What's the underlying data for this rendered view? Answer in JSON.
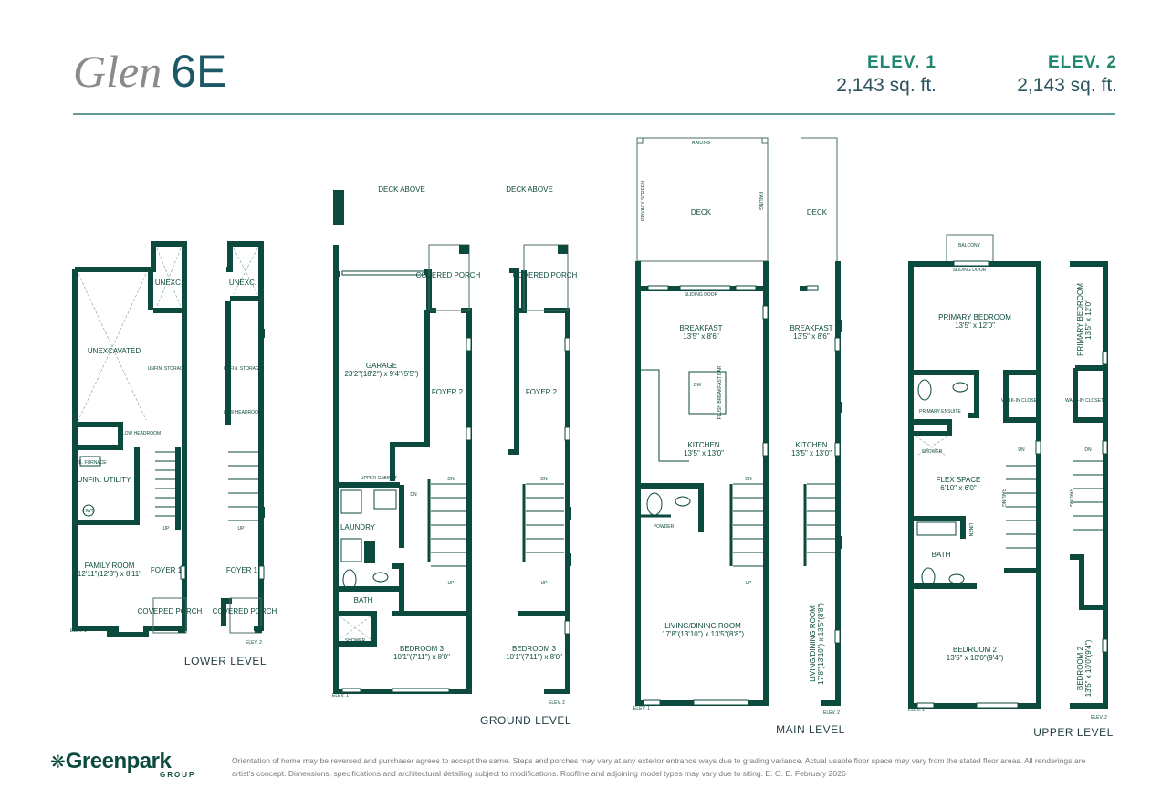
{
  "header": {
    "brand": "Glen",
    "model": "6E",
    "elevations": [
      {
        "label": "ELEV. 1",
        "area": "2,143 sq. ft."
      },
      {
        "label": "ELEV. 2",
        "area": "2,143 sq. ft."
      }
    ]
  },
  "colors": {
    "wall": "#0c4a3d",
    "accent": "#22876f",
    "model": "#1c5866"
  },
  "levels": {
    "lower": {
      "title": "LOWER LEVEL",
      "unexcavated": "UNEXCAVATED",
      "unexc": "UNEXC.",
      "unfin_storage": "UNFIN. STORAGE",
      "low_headroom": "LOW HEADROOM",
      "he_furnace": "H.E. FURNACE",
      "utility": "UNFIN. UTILITY",
      "hwt": "HWT",
      "family_room": "FAMILY ROOM",
      "family_room_dim": "12'11\"(12'3\") x 8'11\"",
      "foyer1": "FOYER 1",
      "covered_porch": "COVERED PORCH",
      "up": "UP"
    },
    "ground": {
      "title": "GROUND LEVEL",
      "deck_above": "DECK ABOVE",
      "covered_porch": "COVERED PORCH",
      "garage": "GARAGE",
      "garage_dim": "23'2\"(18'2\") x 9'4\"(5'5\")",
      "foyer2": "FOYER 2",
      "upper_cabinet": "UPPER CABINET",
      "laundry": "LAUNDRY",
      "bath": "BATH",
      "shower": "SHOWER",
      "bedroom3": "BEDROOM 3",
      "bedroom3_dim": "10'1\"(7'11\") x 8'0\"",
      "dn": "DN",
      "up": "UP"
    },
    "main": {
      "title": "MAIN LEVEL",
      "deck": "DECK",
      "railing": "RAILING",
      "privacy_screen": "PRIVACY SCREEN",
      "sliding_door": "SLIDING DOOR",
      "breakfast": "BREAKFAST",
      "breakfast_dim": "13'5\" x 8'6\"",
      "kitchen": "KITCHEN",
      "kitchen_dim": "13'5\" x 13'0\"",
      "flush_bar": "FLUSH BREAKFAST BAR",
      "dw": "DW",
      "powder": "POWDER",
      "living": "LIVING/DINING ROOM",
      "living_dim": "17'8\"(13'10\") x 13'5\"(8'8\")",
      "dn": "DN",
      "up": "UP"
    },
    "upper": {
      "title": "UPPER LEVEL",
      "balcony": "BALCONY",
      "sliding_door": "SLIDING DOOR",
      "primary_bedroom": "PRIMARY BEDROOM",
      "primary_bedroom_dim": "13'5\" x 12'0\"",
      "primary_ensuite": "PRIMARY ENSUITE",
      "walk_in_closet": "WALK-IN CLOSET",
      "shower": "SHOWER",
      "flex_space": "FLEX SPACE",
      "flex_space_dim": "6'10\" x 6'0\"",
      "linen": "LINEN",
      "bath": "BATH",
      "railing": "RAILING",
      "bedroom2": "BEDROOM 2",
      "bedroom2_dim": "13'5\" x 10'0\"(9'4\")",
      "dn": "DN"
    },
    "elev1_tag": "ELEV. 1",
    "elev2_tag": "ELEV. 2"
  },
  "footer": {
    "logo_name": "Greenpark",
    "logo_group": "GROUP",
    "disclaimer": "Orientation of home may be reversed and purchaser agrees to accept the same. Steps and porches may vary at any exterior entrance ways due to grading variance. Actual usable floor space may vary from the stated floor areas. All renderings are artist's concept. Dimensions, specifications and architectural detailing subject to modifications. Roofline and adjoining model types may vary due to siting. E. O. E. February 2026"
  }
}
